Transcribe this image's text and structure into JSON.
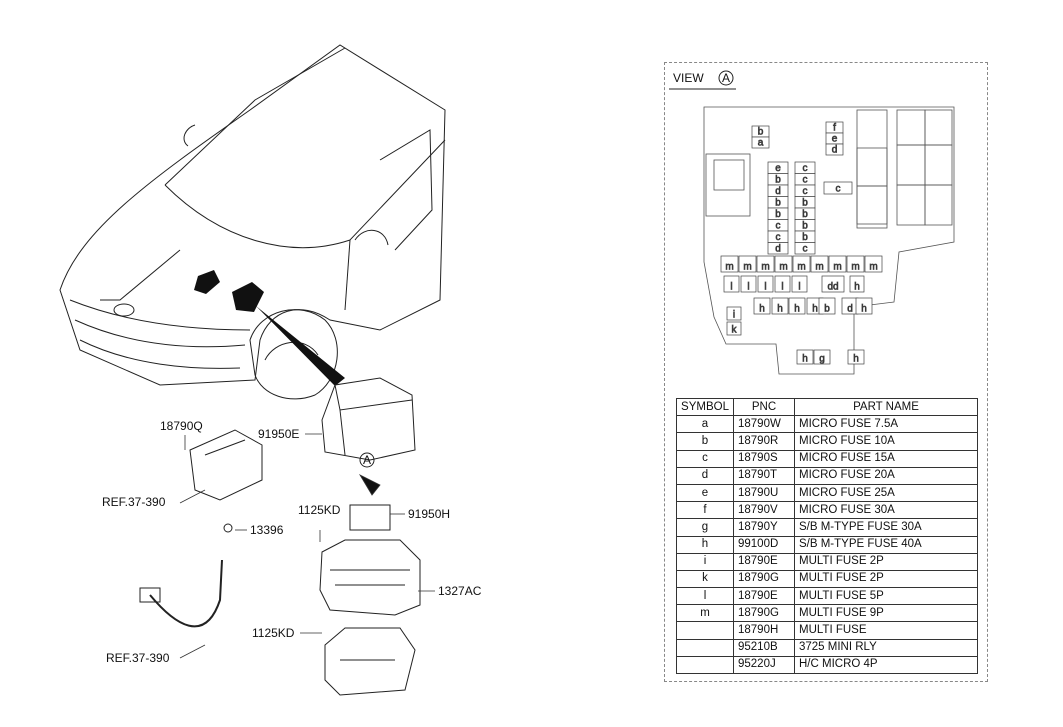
{
  "callouts": {
    "p91950E": "91950E",
    "p18790Q": "18790Q",
    "ref_top": "REF.37-390",
    "view_a": "A",
    "p1125KD_top": "1125KD",
    "p91950H": "91950H",
    "p13396": "13396",
    "p1327AC": "1327AC",
    "p1125KD_bottom": "1125KD",
    "ref_bottom": "REF.37-390"
  },
  "view": {
    "title": "VIEW",
    "circle_letter": "A",
    "cells": {
      "r1a": "b",
      "r1b": "a",
      "r2a": "f",
      "r2b": "e",
      "r2c": "d",
      "c1": [
        "e",
        "b",
        "d",
        "b",
        "b",
        "c",
        "c",
        "d"
      ],
      "c2": [
        "c",
        "c",
        "c",
        "b",
        "b",
        "b",
        "b",
        "c"
      ],
      "side_c": "c",
      "m_row": [
        "m",
        "m",
        "m",
        "m",
        "m",
        "m",
        "m",
        "m",
        "m"
      ],
      "l_row": [
        "l",
        "l",
        "l",
        "l",
        "l"
      ],
      "dd": "dd",
      "h_top": "h",
      "h_row": [
        "h",
        "h",
        "h",
        "h",
        "b",
        "d",
        "h"
      ],
      "i": "i",
      "k": "k",
      "bottom_h1": "h",
      "bottom_g": "g",
      "bottom_h2": "h"
    }
  },
  "table": {
    "headers": [
      "SYMBOL",
      "PNC",
      "PART NAME"
    ],
    "rows": [
      [
        "a",
        "18790W",
        "MICRO FUSE 7.5A"
      ],
      [
        "b",
        "18790R",
        "MICRO FUSE 10A"
      ],
      [
        "c",
        "18790S",
        "MICRO FUSE 15A"
      ],
      [
        "d",
        "18790T",
        "MICRO FUSE 20A"
      ],
      [
        "e",
        "18790U",
        "MICRO FUSE 25A"
      ],
      [
        "f",
        "18790V",
        "MICRO FUSE 30A"
      ],
      [
        "g",
        "18790Y",
        "S/B M-TYPE FUSE 30A"
      ],
      [
        "h",
        "99100D",
        "S/B M-TYPE FUSE 40A"
      ],
      [
        "i",
        "18790E",
        "MULTI FUSE 2P"
      ],
      [
        "k",
        "18790G",
        "MULTI FUSE 2P"
      ],
      [
        "l",
        "18790E",
        "MULTI FUSE 5P"
      ],
      [
        "m",
        "18790G",
        "MULTI FUSE 9P"
      ],
      [
        "",
        "18790H",
        "MULTI FUSE"
      ],
      [
        "",
        "95210B",
        "3725 MINI RLY"
      ],
      [
        "",
        "95220J",
        "H/C MICRO 4P"
      ]
    ]
  }
}
